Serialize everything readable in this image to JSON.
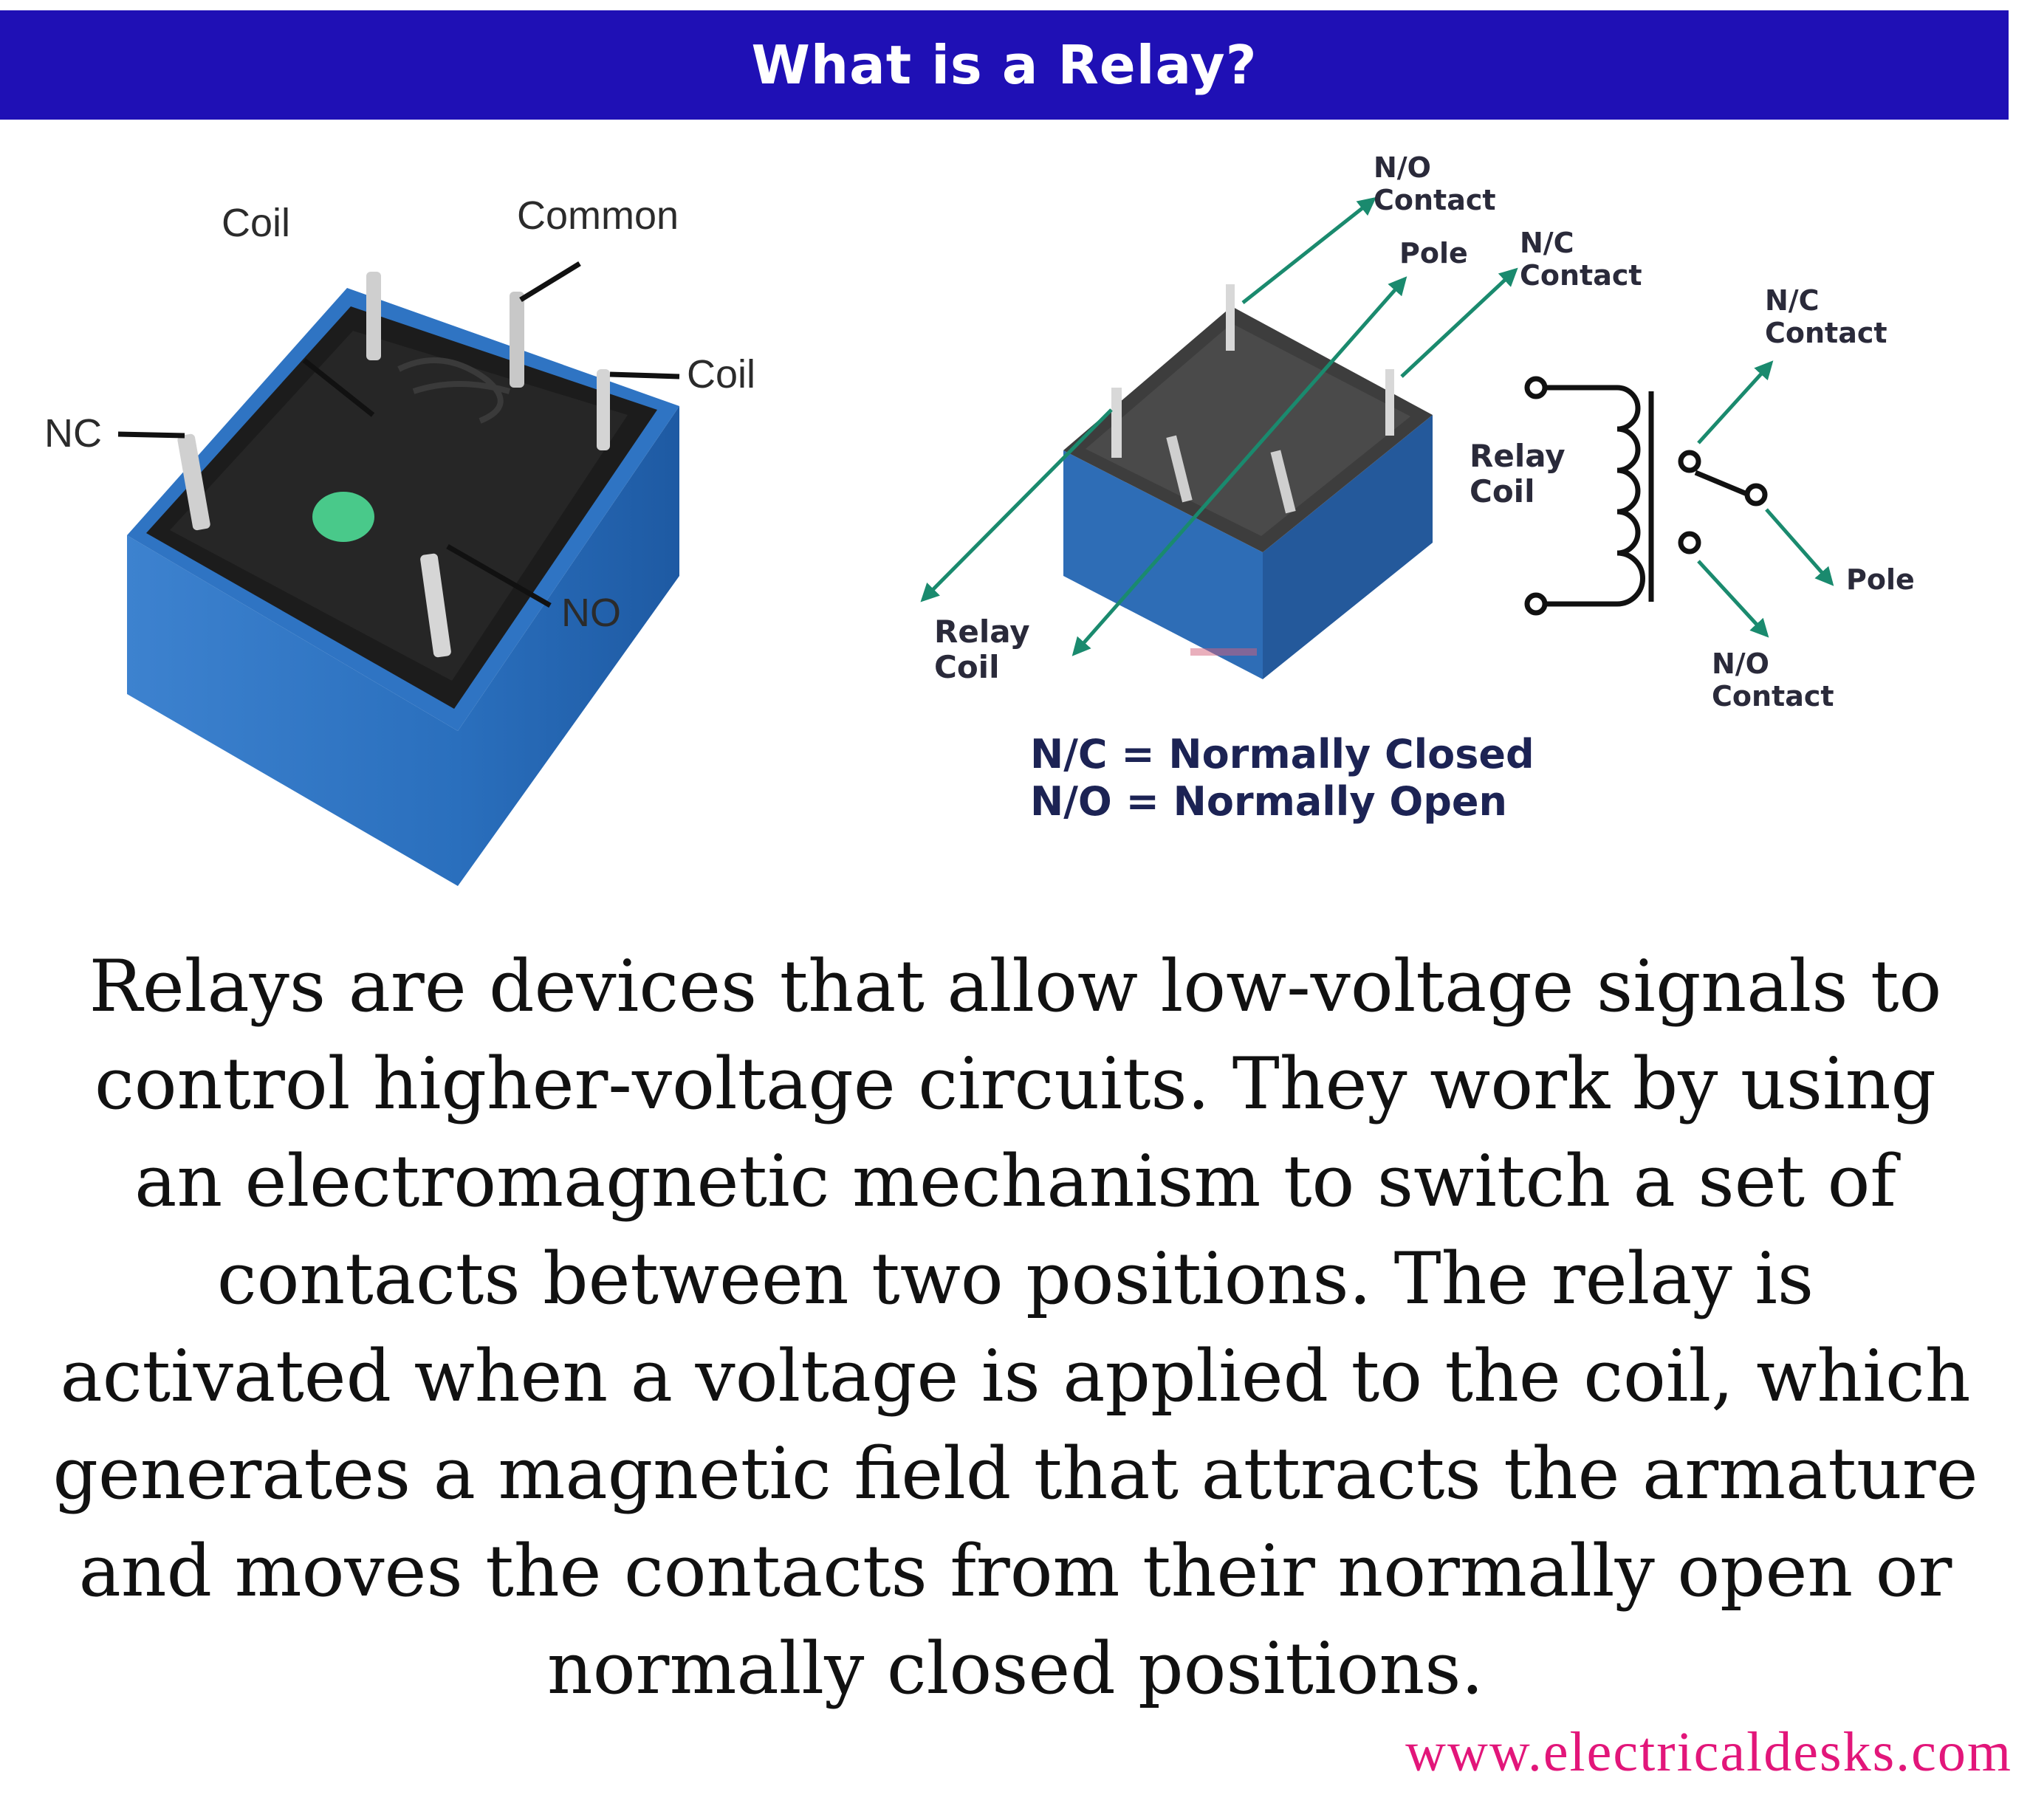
{
  "header": {
    "title": "What is a Relay?"
  },
  "photo_labels": {
    "coil_top": "Coil",
    "common": "Common",
    "coil_right": "Coil",
    "nc": "NC",
    "no": "NO"
  },
  "diagram_labels": {
    "no_contact_top_1": "N/O",
    "no_contact_top_2": "Contact",
    "pole_top": "Pole",
    "nc_contact_top_1": "N/C",
    "nc_contact_top_2": "Contact",
    "relay_coil_left_1": "Relay",
    "relay_coil_left_2": "Coil",
    "relay_coil_mid_1": "Relay",
    "relay_coil_mid_2": "Coil",
    "nc_contact_right_1": "N/C",
    "nc_contact_right_2": "Contact",
    "pole_right": "Pole",
    "no_contact_right_1": "N/O",
    "no_contact_right_2": "Contact"
  },
  "legend": {
    "nc": "N/C = Normally Closed",
    "no": "N/O = Normally Open"
  },
  "description": "Relays are devices that allow low-voltage signals to control higher-voltage circuits. They work by using an electromagnetic mechanism to switch a set of contacts between two positions. The relay is activated when a voltage is applied to the coil, which generates a magnetic field that attracts the armature and moves the contacts from their normally open or normally closed positions.",
  "footer": {
    "website": "www.electricaldesks.com"
  },
  "colors": {
    "banner": "#1f10b5",
    "relay_blue": "#2a6fbd",
    "arrow_green": "#1a8a6e",
    "website_pink": "#e2167a"
  }
}
